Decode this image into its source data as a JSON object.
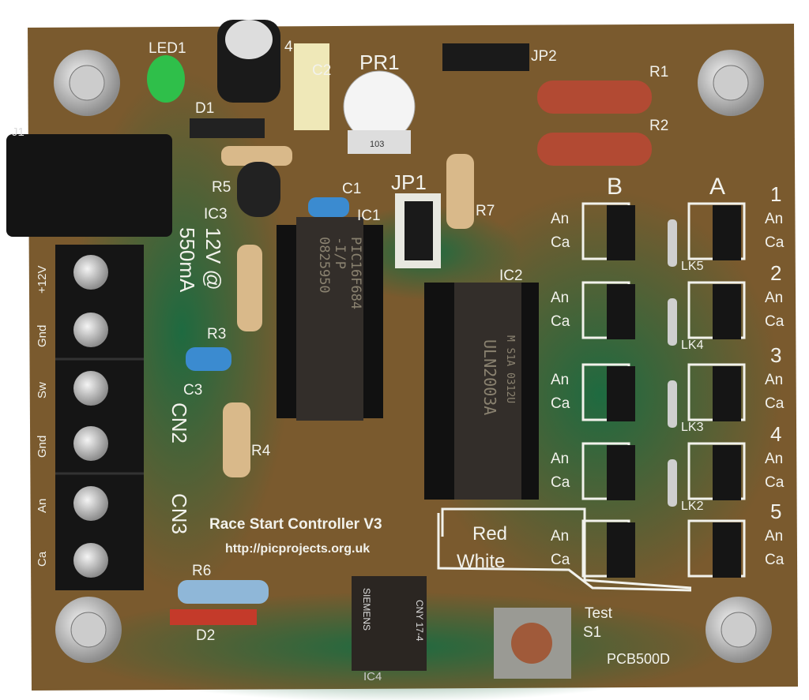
{
  "board": {
    "title": "Race Start Controller V3",
    "url": "http://picprojects.org.uk",
    "part_number": "PCB500D",
    "colors": {
      "board_brown": "#7a5a2e",
      "board_green": "#1e6a40",
      "silkscreen": "#f2f2ec"
    }
  },
  "power": {
    "line1": "12V @",
    "line2": "550mA"
  },
  "terminals": {
    "cn2": "CN2",
    "cn3": "CN3",
    "pins": [
      "+12V",
      "Gnd",
      "Sw",
      "Gnd",
      "An",
      "Ca"
    ]
  },
  "components": {
    "led1": "LED1",
    "d1": "D1",
    "c2": "C2",
    "c4": "4",
    "pr1": "PR1",
    "pr1_value": "103",
    "jp2": "JP2",
    "r1": "R1",
    "r2": "R2",
    "r5": "R5",
    "ic3": "IC3",
    "c1": "C1",
    "ic1": "IC1",
    "jp1": "JP1",
    "r7": "R7",
    "ic2": "IC2",
    "r3": "R3",
    "c3": "C3",
    "r4": "R4",
    "r6": "R6",
    "d2": "D2",
    "ic4": "IC4",
    "j1": "J1",
    "test": "Test",
    "s1": "S1"
  },
  "chips": {
    "ic1_lines": [
      "PIC16F684",
      "-I/P",
      "0825950"
    ],
    "ic2_lines": [
      "ULN2003A",
      "M S1A 0312U"
    ],
    "ic4_lines": [
      "CNY 17-4",
      "SIEMENS"
    ]
  },
  "outputs": {
    "col_b": "B",
    "col_a": "A",
    "rows": [
      {
        "num": "1",
        "link": "LK5"
      },
      {
        "num": "2",
        "link": "LK4"
      },
      {
        "num": "3",
        "link": "LK3"
      },
      {
        "num": "4",
        "link": "LK2"
      },
      {
        "num": "5",
        "link": ""
      }
    ],
    "an": "An",
    "ca": "Ca",
    "red": "Red",
    "white": "White"
  }
}
